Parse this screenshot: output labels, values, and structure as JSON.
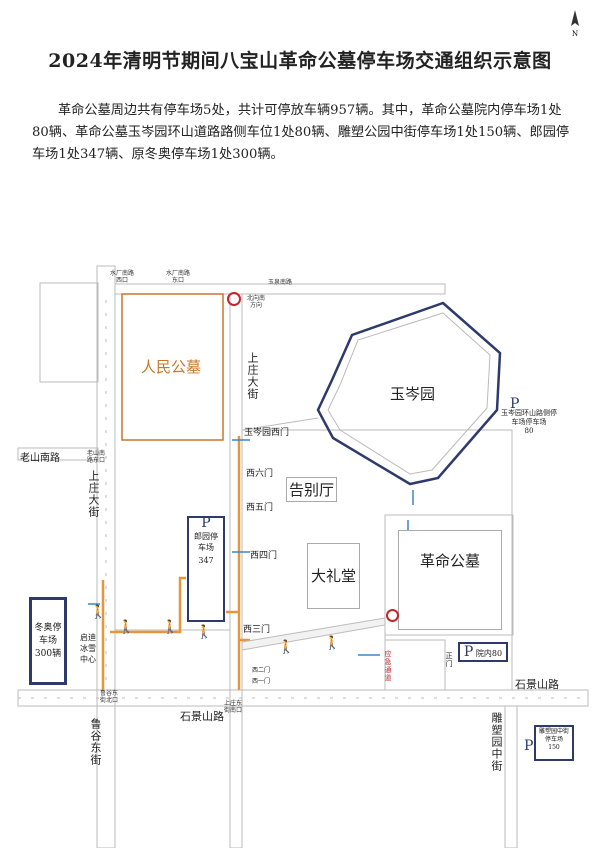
{
  "title": "2024年清明节期间八宝山革命公墓停车场交通组织示意图",
  "intro": "革命公墓周边共有停车场5处，共计可停放车辆957辆。其中，革命公墓院内停车场1处80辆、革命公墓玉岑园环山道路路侧车位1处80辆、雕塑公园中街停车场1处150辆、郎园停车场1处347辆、原冬奥停车场1处300辆。",
  "compass": "north-arrow-icon",
  "roads": {
    "yuquan_south": "玉泉南路",
    "laoshan_south": "老山南路",
    "shangzhuang_west": "上庄大街",
    "shangzhuang_east": "上庄大街",
    "shijingshan_left": "石景山路",
    "shijingshan_right": "石景山路",
    "lugu_east": "鲁谷东街",
    "diaosuyuan": "雕塑园中街",
    "emergency": "应急通道"
  },
  "bus_stops": {
    "shuichang_west": "水厂南路西口",
    "shuichang_east": "水厂南路东口",
    "laoshan_east": "老山南路东口",
    "lugu_north": "鲁谷东街北口",
    "shangzhuang_south": "上庄东街南口"
  },
  "places": {
    "renmin": "人民公墓",
    "yucenyuan": "玉岑园",
    "gaobieting": "告别厅",
    "dalitang": "大礼堂",
    "geming": "革命公墓",
    "qidi": "启迪冰雪中心"
  },
  "gates": {
    "yucen_west": "玉岑园西门",
    "west6": "西六门",
    "west5": "西五门",
    "west4": "西四门",
    "west3": "西三门",
    "west2": "西二门",
    "west1": "西一门",
    "main": "正门"
  },
  "no_entry_note": "北向南方向",
  "parking": {
    "symbol": "P",
    "winter_olympics": "冬奥停车场300辆",
    "langyuan": "郎园停车场",
    "langyuan_count": "347",
    "yucen_ring": "玉岑园环山路侧停车场停车场",
    "yucen_ring_count": "80",
    "inner": "院内80",
    "diaosu": "雕塑园中街停车场",
    "diaosu_count": "150"
  },
  "colors": {
    "route": "#e8953a",
    "parking_border": "#2d3a6b",
    "flow_arrow": "#3a86c8",
    "pedestrian": "#e0655a",
    "no_entry": "#c0272d",
    "cemetery_border": "#c8772b"
  }
}
